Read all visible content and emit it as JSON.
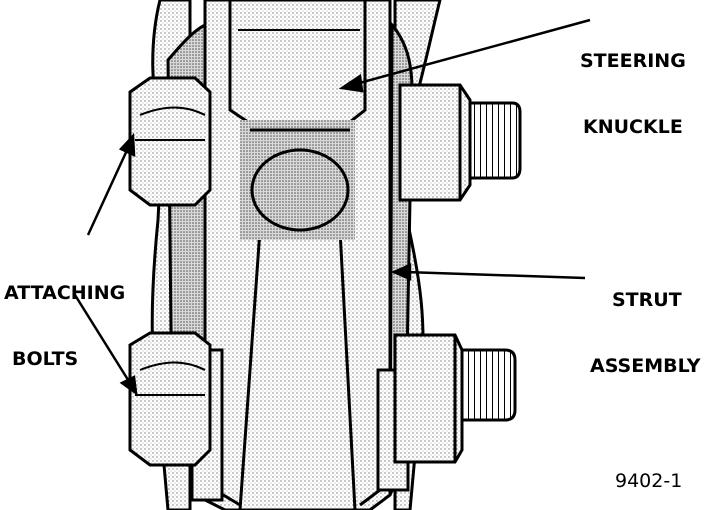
{
  "labels": {
    "steering_knuckle": [
      "STEERING",
      "KNUCKLE"
    ],
    "attaching_bolts": [
      "ATTACHING",
      "BOLTS"
    ],
    "strut_assembly": [
      "STRUT",
      "ASSEMBLY"
    ]
  },
  "figure_number": "9402-1",
  "colors": {
    "ink": "#000000",
    "paper": "#ffffff",
    "shade": "#bdbdbd"
  }
}
